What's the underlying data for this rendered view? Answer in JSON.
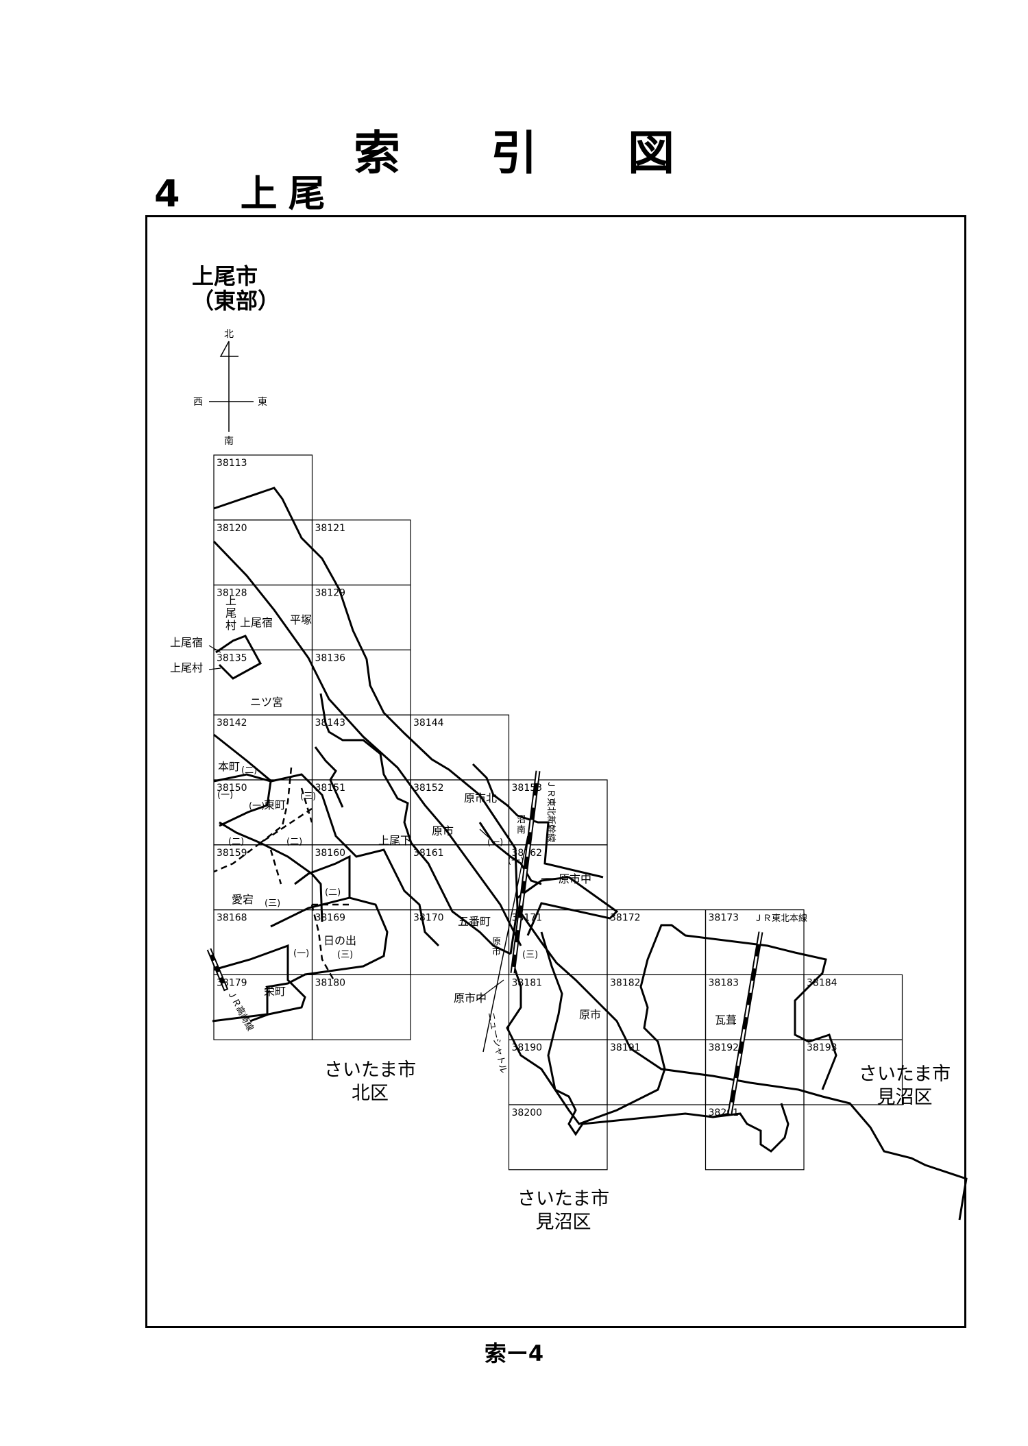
{
  "title": {
    "chars": [
      "索",
      "引",
      "図"
    ]
  },
  "subtitle": {
    "number": "4",
    "name_chars": [
      "上",
      "尾"
    ]
  },
  "city": {
    "line1": "上尾市",
    "line2": "（東部）"
  },
  "compass": {
    "north": "北",
    "south": "南",
    "east": "東",
    "west": "西"
  },
  "page_number": "索ー4",
  "grid_cells": [
    {
      "id": "38113",
      "label": "38113",
      "col": 0,
      "row": 0
    },
    {
      "id": "38120",
      "label": "38120",
      "col": 0,
      "row": 1
    },
    {
      "id": "38121",
      "label": "38121",
      "col": 1,
      "row": 1
    },
    {
      "id": "38128",
      "label": "38128",
      "col": 0,
      "row": 2
    },
    {
      "id": "38129",
      "label": "38129",
      "col": 1,
      "row": 2
    },
    {
      "id": "38135",
      "label": "38135",
      "col": 0,
      "row": 3
    },
    {
      "id": "38136",
      "label": "38136",
      "col": 1,
      "row": 3
    },
    {
      "id": "38142",
      "label": "38142",
      "col": 0,
      "row": 4
    },
    {
      "id": "38143",
      "label": "38143",
      "col": 1,
      "row": 4
    },
    {
      "id": "38144",
      "label": "38144",
      "col": 2,
      "row": 4
    },
    {
      "id": "38150",
      "label": "38150",
      "col": 0,
      "row": 5
    },
    {
      "id": "38151",
      "label": "38151",
      "col": 1,
      "row": 5
    },
    {
      "id": "38152",
      "label": "38152",
      "col": 2,
      "row": 5
    },
    {
      "id": "38153",
      "label": "38153",
      "col": 3,
      "row": 5
    },
    {
      "id": "38159",
      "label": "38159",
      "col": 0,
      "row": 6
    },
    {
      "id": "38160",
      "label": "38160",
      "col": 1,
      "row": 6
    },
    {
      "id": "38161",
      "label": "38161",
      "col": 2,
      "row": 6
    },
    {
      "id": "38162",
      "label": "38162",
      "col": 3,
      "row": 6
    },
    {
      "id": "38168",
      "label": "38168",
      "col": 0,
      "row": 7
    },
    {
      "id": "38169",
      "label": "38169",
      "col": 1,
      "row": 7
    },
    {
      "id": "38170",
      "label": "38170",
      "col": 2,
      "row": 7
    },
    {
      "id": "38171",
      "label": "38171",
      "col": 3,
      "row": 7
    },
    {
      "id": "38172",
      "label": "38172",
      "col": 4,
      "row": 7
    },
    {
      "id": "38173",
      "label": "38173",
      "col": 5,
      "row": 7
    },
    {
      "id": "38179",
      "label": "38179",
      "col": 0,
      "row": 8
    },
    {
      "id": "38180",
      "label": "38180",
      "col": 1,
      "row": 8
    },
    {
      "id": "38181",
      "label": "38181",
      "col": 3,
      "row": 8
    },
    {
      "id": "38182",
      "label": "38182",
      "col": 4,
      "row": 8
    },
    {
      "id": "38183",
      "label": "38183",
      "col": 5,
      "row": 8
    },
    {
      "id": "38184",
      "label": "38184",
      "col": 6,
      "row": 8
    },
    {
      "id": "38190",
      "label": "38190",
      "col": 3,
      "row": 9
    },
    {
      "id": "38191",
      "label": "38191",
      "col": 4,
      "row": 9
    },
    {
      "id": "38192",
      "label": "38192",
      "col": 5,
      "row": 9
    },
    {
      "id": "38193",
      "label": "38193",
      "col": 6,
      "row": 9
    },
    {
      "id": "38200",
      "label": "38200",
      "col": 3,
      "row": 10
    },
    {
      "id": "38201",
      "label": "38201",
      "col": 5,
      "row": 10
    }
  ],
  "area_labels": {
    "kamio_mura_v": "上尾村",
    "kamio_juku": "上尾宿",
    "hiratsuka": "平塚",
    "kamio_juku_out": "上尾宿",
    "kamio_mura_out": "上尾村",
    "nitsunomiya": "ニツ宮",
    "honmachi": "本町",
    "higashimachi": "東町",
    "atago": "愛宕",
    "hinode": "日の出",
    "sakaemachi": "栄町",
    "kamioshita": "上尾下",
    "haraichi": "原市",
    "haraichi_kita": "原市北",
    "haraichi_naka": "原市中",
    "haraichi_naka2": "原市中",
    "gobancho": "五番町",
    "haraichi_v": "原市",
    "numaminami": "沼南",
    "haraichi_main": "原市",
    "kawarabuki": "瓦葺",
    "ich": "(一)",
    "ni": "(二)",
    "san": "(三)"
  },
  "rail_labels": {
    "jr_tohoku_shinkansen": "ＪＲ東北新幹線",
    "jr_tohoku_honsen": "ＪＲ東北本線",
    "jr_takasaki": "ＪＲ高崎線",
    "new_shuttle": "ニューシャトル"
  },
  "neighbor_labels": {
    "kita_city": "さいたま市",
    "kita_ward": "北区",
    "minuma_city_a": "さいたま市",
    "minuma_ward_a": "見沼区",
    "minuma_city_b": "さいたま市",
    "minuma_ward_b": "見沼区"
  }
}
